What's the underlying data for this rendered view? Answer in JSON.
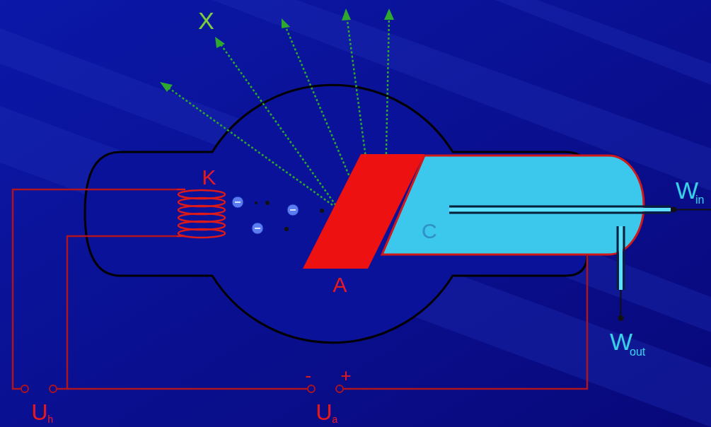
{
  "diagram": {
    "labels": [
      "X",
      "K",
      "A",
      "C",
      "W",
      "in",
      "W",
      "out",
      "-",
      "+",
      "U",
      "h",
      "U",
      "a"
    ]
  }
}
